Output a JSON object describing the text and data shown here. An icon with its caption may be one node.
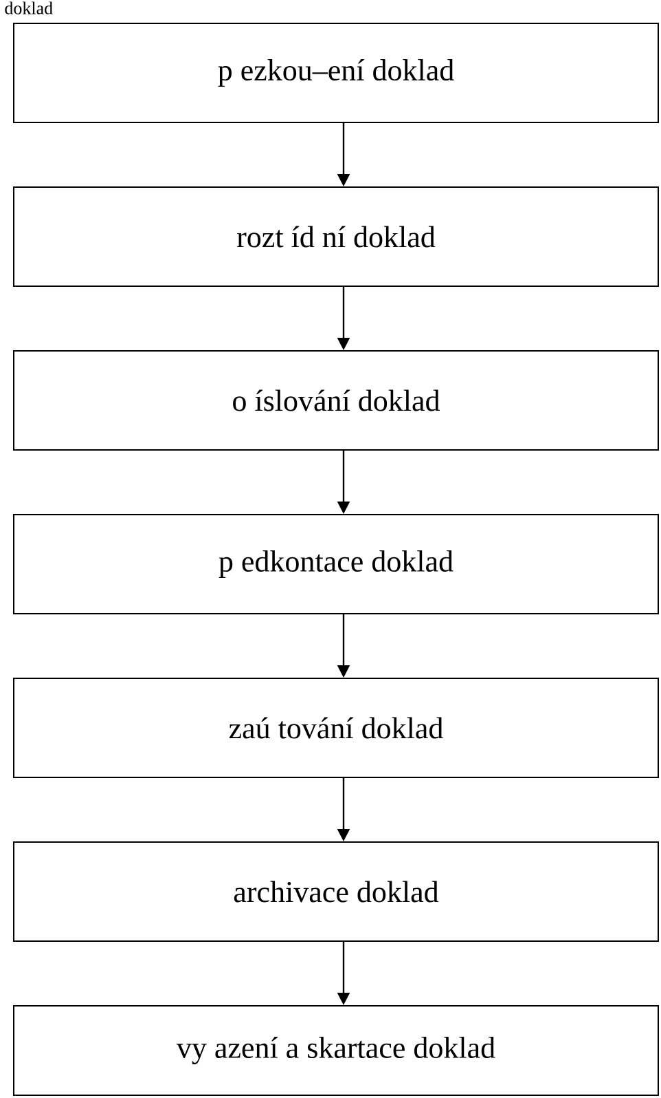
{
  "diagram": {
    "title": "doklad",
    "nodes": [
      {
        "text": [
          "p ezkou–ení doklad"
        ]
      },
      {
        "text": [
          "rozt íd ní doklad"
        ]
      },
      {
        "text": [
          "o íslování doklad"
        ]
      },
      {
        "text": [
          "p edkontace doklad"
        ]
      },
      {
        "text": [
          "zaú tování doklad"
        ]
      },
      {
        "text": [
          "archivace doklad"
        ]
      },
      {
        "text": [
          "vy azení a skartace doklad"
        ]
      }
    ],
    "edges": [
      {
        "from": 0,
        "to": 1,
        "arrow": "to"
      },
      {
        "from": 1,
        "to": 2,
        "arrow": "to"
      },
      {
        "from": 2,
        "to": 3,
        "arrow": "to"
      },
      {
        "from": 3,
        "to": 4,
        "arrow": "to"
      },
      {
        "from": 4,
        "to": 5,
        "arrow": "to"
      },
      {
        "from": 5,
        "to": 6,
        "arrow": "to"
      }
    ]
  }
}
